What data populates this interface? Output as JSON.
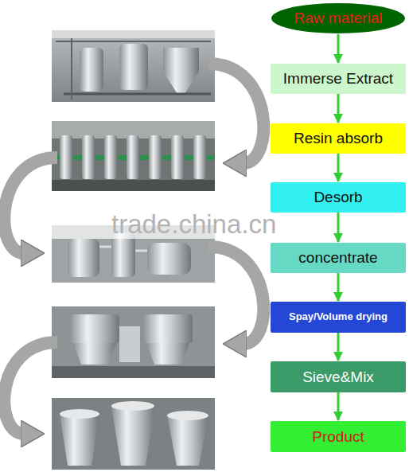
{
  "diagram": {
    "nodes": [
      {
        "text": [
          "Raw material"
        ]
      },
      {
        "text": [
          "Immerse Extract"
        ]
      },
      {
        "text": [
          "Resin absorb"
        ]
      },
      {
        "text": [
          "Desorb"
        ]
      },
      {
        "text": [
          "concentrate"
        ]
      },
      {
        "text": [
          "Spay/Volume drying"
        ]
      },
      {
        "text": [
          "Sieve&Mix"
        ]
      },
      {
        "text": [
          "Product"
        ]
      }
    ],
    "edges": [
      {
        "from": 0,
        "to": 1,
        "arrow": "to"
      },
      {
        "from": 1,
        "to": 2,
        "arrow": "to"
      },
      {
        "from": 2,
        "to": 3,
        "arrow": "to"
      },
      {
        "from": 3,
        "to": 4,
        "arrow": "to"
      },
      {
        "from": 4,
        "to": 5,
        "arrow": "to"
      },
      {
        "from": 5,
        "to": 6,
        "arrow": "to"
      },
      {
        "from": 6,
        "to": 7,
        "arrow": "to"
      }
    ],
    "labels": [
      "trade.china.cn"
    ]
  }
}
